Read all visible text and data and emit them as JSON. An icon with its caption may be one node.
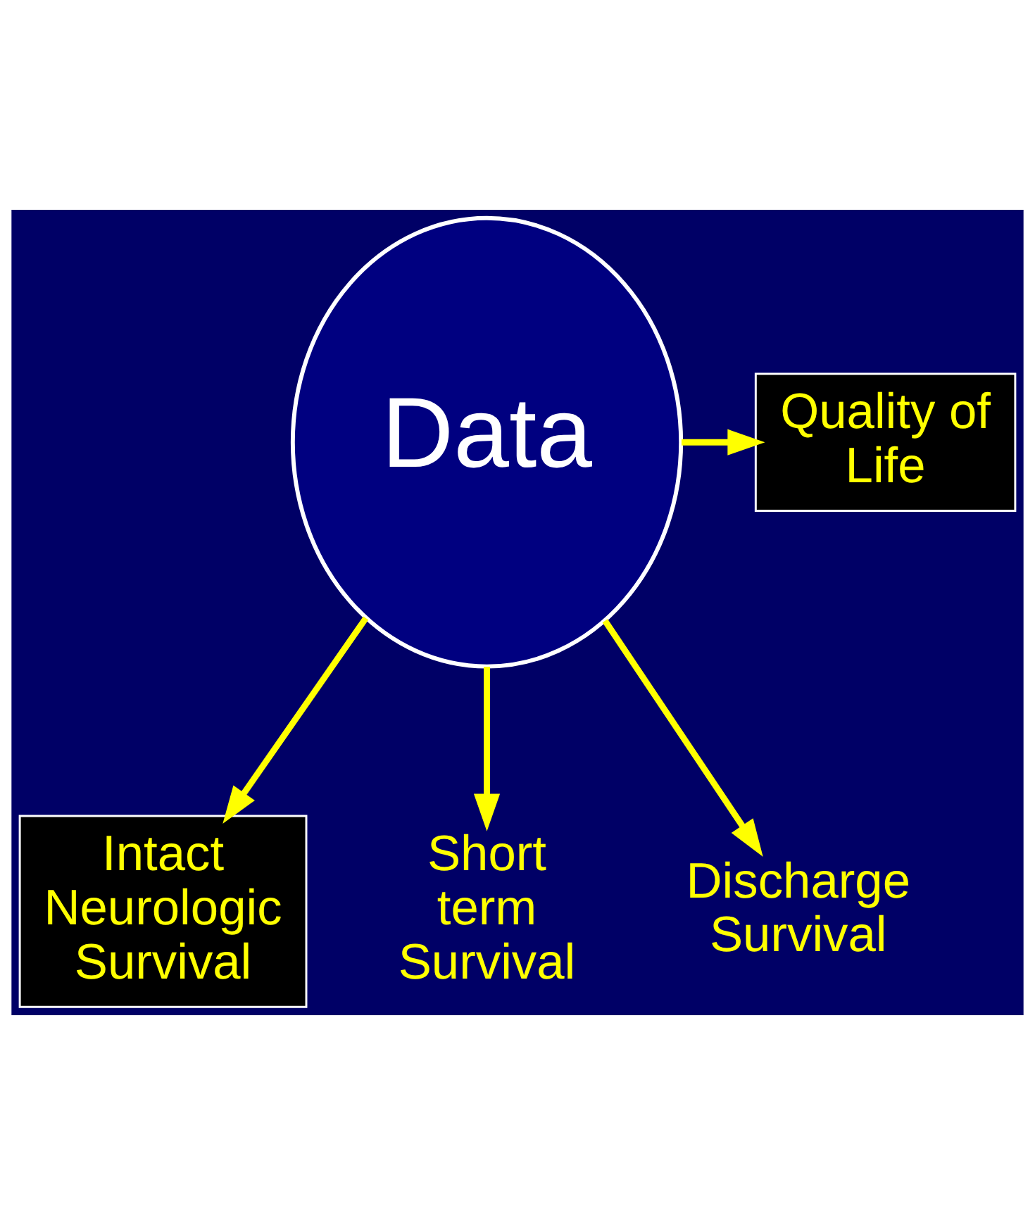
{
  "diagram": {
    "nodes": [
      {
        "text": [
          "Data"
        ]
      },
      {
        "text": [
          "Quality of Life"
        ]
      },
      {
        "text": [
          "Intact Neurologic Survival"
        ]
      },
      {
        "text": [
          "Short term Survival"
        ]
      },
      {
        "text": [
          "Discharge Survival"
        ]
      }
    ],
    "edges": [
      {
        "from": 0,
        "to": 1,
        "arrow": "to"
      },
      {
        "from": 0,
        "to": 2,
        "arrow": "to"
      },
      {
        "from": 0,
        "to": 3,
        "arrow": "to"
      },
      {
        "from": 0,
        "to": 4,
        "arrow": "to"
      }
    ]
  }
}
